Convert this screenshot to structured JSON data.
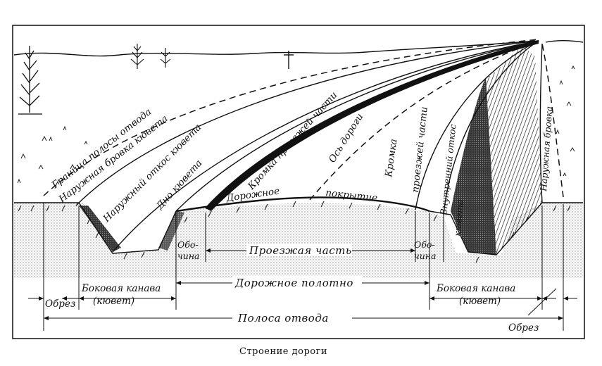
{
  "labels": {
    "granitsa_polosy": "Граница полосы отвода",
    "naruzhnaya_brovka_left": "Наружная бровка кювета",
    "naruzhny_otkos": "Наружный откос кювета",
    "dno_kyuveta": "Дно кювета",
    "kromka_left": "Кромка проезжей части",
    "os_dorogi": "Ось дороги",
    "kromka_right_1": "Кромка",
    "kromka_right_2": "проезжей части",
    "vnutrenniy_1": "Внутренний откос",
    "vnutrenniy_2": "кювета",
    "naruzhnaya_brovka_right": "Наружная бровка",
    "dorozhnoe": "Дорожное",
    "pokrytie": "покрытие",
    "obochina_left_1": "Обо-",
    "obochina_left_2": "чина",
    "obochina_right_1": "Обо-",
    "obochina_right_2": "чина",
    "proezzhaya_chast": "Проезжая часть",
    "bokovaya_left_1": "Боковая канава",
    "bokovaya_left_2": "(кювет)",
    "dorozhnoe_polotno": "Дорожное полотно",
    "bokovaya_right_1": "Боковая канава",
    "bokovaya_right_2": "(кювет)",
    "obrez_left": "Обрез",
    "obrez_right": "Обрез",
    "polosa_otvoda": "Полоса отвода"
  },
  "caption": "Строение дороги"
}
